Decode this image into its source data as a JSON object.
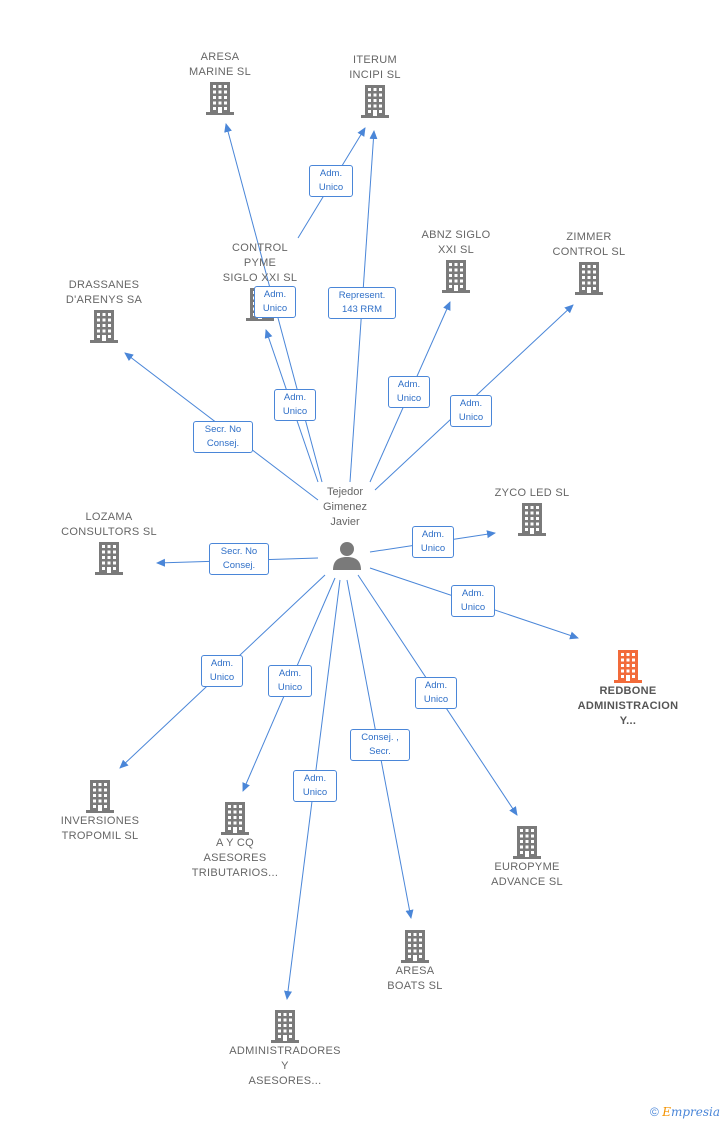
{
  "diagram": {
    "center": {
      "label_lines": [
        "Tejedor",
        "Gimenez",
        "Javier"
      ],
      "icon": "person-icon"
    },
    "nodes": [
      {
        "id": "aresa-marine",
        "label_lines": [
          "ARESA",
          "MARINE  SL"
        ],
        "icon": "building-icon"
      },
      {
        "id": "iterum-incipi",
        "label_lines": [
          "ITERUM",
          "INCIPI  SL"
        ],
        "icon": "building-icon"
      },
      {
        "id": "control-pyme",
        "label_lines": [
          "CONTROL",
          "PYME",
          "SIGLO XXI  SL"
        ],
        "icon": "building-icon"
      },
      {
        "id": "abnz-siglo",
        "label_lines": [
          "ABNZ SIGLO",
          "XXI  SL"
        ],
        "icon": "building-icon"
      },
      {
        "id": "zimmer-control",
        "label_lines": [
          "ZIMMER",
          "CONTROL  SL"
        ],
        "icon": "building-icon"
      },
      {
        "id": "drassanes",
        "label_lines": [
          "DRASSANES",
          "D'ARENYS SA"
        ],
        "icon": "building-icon"
      },
      {
        "id": "lozama",
        "label_lines": [
          "LOZAMA",
          "CONSULTORS SL"
        ],
        "icon": "building-icon"
      },
      {
        "id": "zyco-led",
        "label_lines": [
          "ZYCO LED SL"
        ],
        "icon": "building-icon"
      },
      {
        "id": "redbone",
        "label_lines": [
          "REDBONE",
          "ADMINISTRACION",
          "Y..."
        ],
        "icon": "building-icon",
        "highlight": true
      },
      {
        "id": "inversiones",
        "label_lines": [
          "INVERSIONES",
          "TROPOMIL  SL"
        ],
        "icon": "building-icon"
      },
      {
        "id": "a-y-cq",
        "label_lines": [
          "A Y CQ",
          "ASESORES",
          "TRIBUTARIOS..."
        ],
        "icon": "building-icon"
      },
      {
        "id": "europyme",
        "label_lines": [
          "EUROPYME",
          "ADVANCE SL"
        ],
        "icon": "building-icon"
      },
      {
        "id": "aresa-boats",
        "label_lines": [
          "ARESA",
          "BOATS SL"
        ],
        "icon": "building-icon"
      },
      {
        "id": "administradores",
        "label_lines": [
          "ADMINISTRADORES",
          "Y",
          "ASESORES..."
        ],
        "icon": "building-icon"
      }
    ],
    "edges": [
      {
        "target": "aresa-marine",
        "label_lines": []
      },
      {
        "target": "iterum-incipi",
        "label_lines": [
          "Represent.",
          "143 RRM"
        ]
      },
      {
        "target": "control-pyme",
        "label_lines": [
          "Adm.",
          "Unico"
        ]
      },
      {
        "target": "iterum-incipi",
        "source": "control-pyme",
        "label_lines": [
          "Adm.",
          "Unico"
        ]
      },
      {
        "target": "control-pyme",
        "label_lines": [
          "Adm.",
          "Unico"
        ],
        "secondary": true
      },
      {
        "target": "abnz-siglo",
        "label_lines": [
          "Adm.",
          "Unico"
        ]
      },
      {
        "target": "zimmer-control",
        "label_lines": [
          "Adm.",
          "Unico"
        ]
      },
      {
        "target": "drassanes",
        "label_lines": [
          "Secr.  No",
          "Consej."
        ]
      },
      {
        "target": "lozama",
        "label_lines": [
          "Secr.  No",
          "Consej."
        ]
      },
      {
        "target": "zyco-led",
        "label_lines": [
          "Adm.",
          "Unico"
        ]
      },
      {
        "target": "redbone",
        "label_lines": [
          "Adm.",
          "Unico"
        ]
      },
      {
        "target": "inversiones",
        "label_lines": [
          "Adm.",
          "Unico"
        ]
      },
      {
        "target": "a-y-cq",
        "label_lines": [
          "Adm.",
          "Unico"
        ]
      },
      {
        "target": "europyme",
        "label_lines": [
          "Adm.",
          "Unico"
        ]
      },
      {
        "target": "aresa-boats",
        "label_lines": [
          "Consej. ,",
          "Secr."
        ]
      },
      {
        "target": "administradores",
        "label_lines": [
          "Adm.",
          "Unico"
        ]
      }
    ],
    "colors": {
      "edge": "#4a86d8",
      "building": "#7a7a7a",
      "building_highlight": "#f26b3a",
      "label_text": "#666666"
    }
  },
  "watermark": {
    "copyright": "©",
    "brand_initial": "E",
    "brand_rest": "mpresia"
  }
}
